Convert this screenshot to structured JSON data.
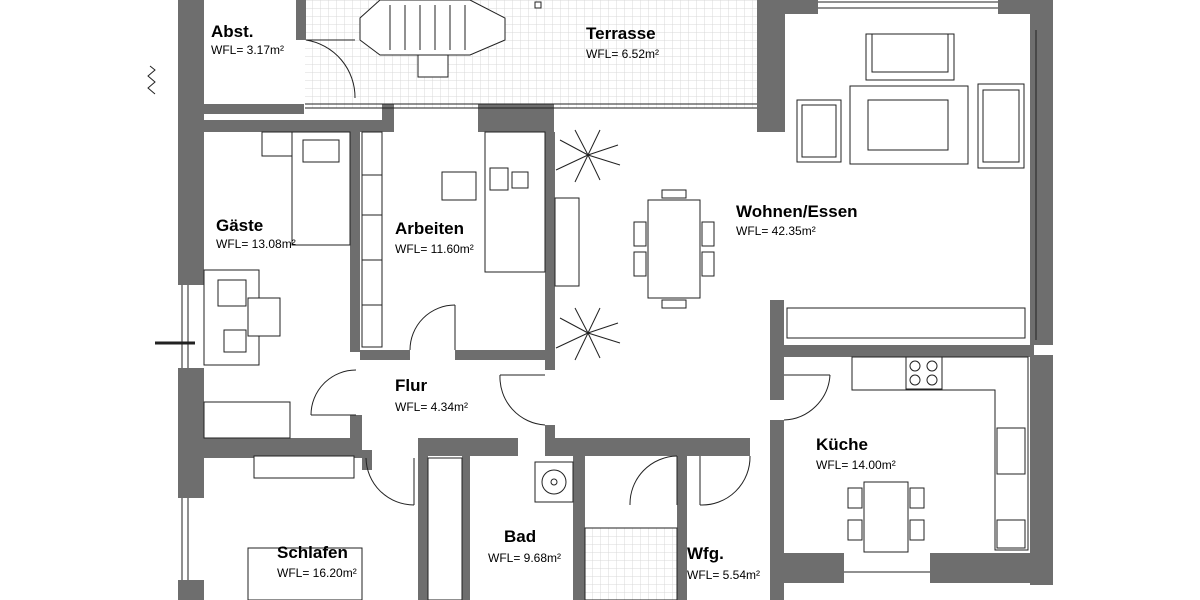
{
  "plan": {
    "colors": {
      "wall": "#6e6e6e",
      "line": "#222222",
      "tile": "#d9d9d9",
      "background": "#ffffff"
    },
    "rooms": [
      {
        "id": "abstellraum",
        "name": "Abst.",
        "area": "WFL= 3.17m²"
      },
      {
        "id": "terrasse",
        "name": "Terrasse",
        "area": "WFL= 6.52m²"
      },
      {
        "id": "gaeste",
        "name": "Gäste",
        "area": "WFL= 13.08m²"
      },
      {
        "id": "arbeiten",
        "name": "Arbeiten",
        "area": "WFL= 11.60m²"
      },
      {
        "id": "wohnen-essen",
        "name": "Wohnen/Essen",
        "area": "WFL= 42.35m²"
      },
      {
        "id": "flur",
        "name": "Flur",
        "area": "WFL= 4.34m²"
      },
      {
        "id": "kueche",
        "name": "Küche",
        "area": "WFL= 14.00m²"
      },
      {
        "id": "schlafen",
        "name": "Schlafen",
        "area": "WFL= 16.20m²"
      },
      {
        "id": "bad",
        "name": "Bad",
        "area": "WFL= 9.68m²"
      },
      {
        "id": "wfg",
        "name": "Wfg.",
        "area": "WFL= 5.54m²"
      }
    ]
  }
}
